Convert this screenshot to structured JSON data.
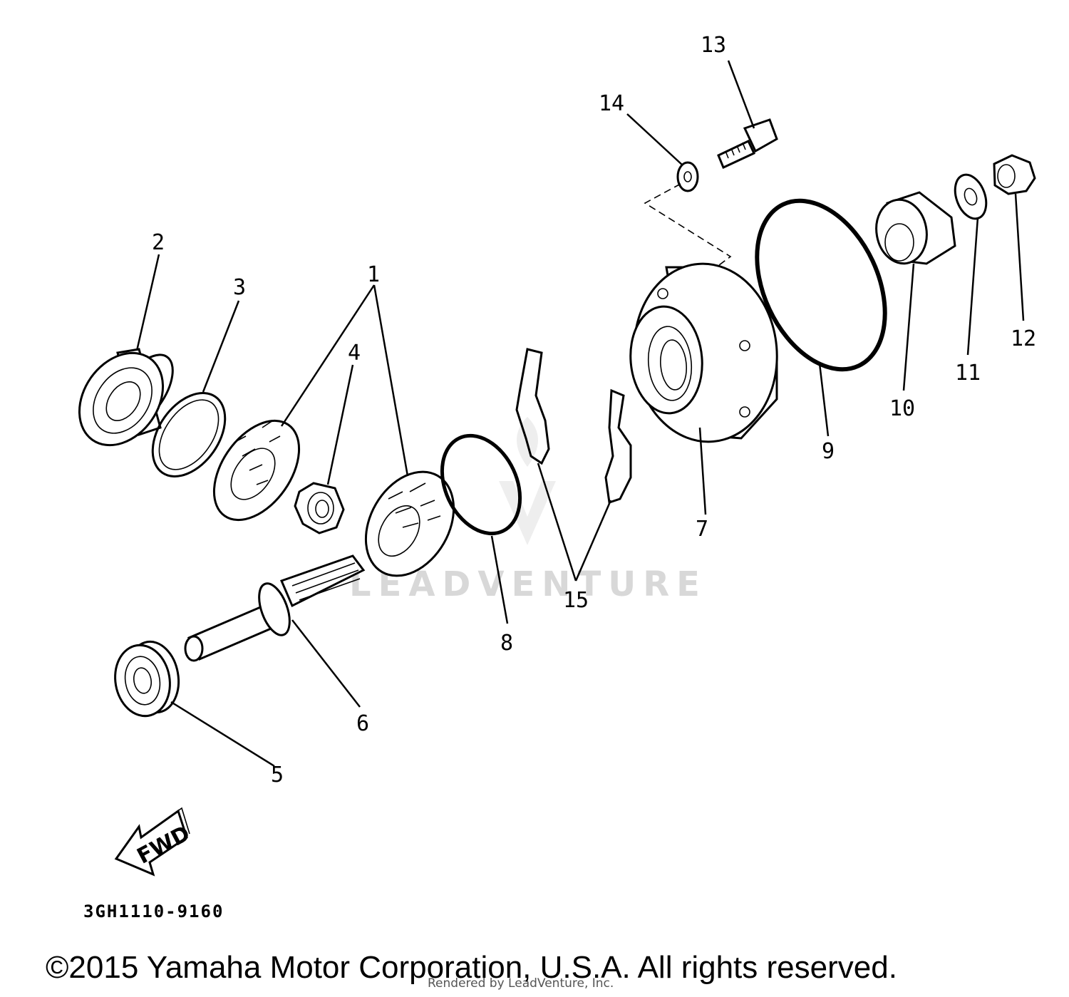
{
  "diagram": {
    "callouts": [
      {
        "id": "1",
        "label": "1"
      },
      {
        "id": "2",
        "label": "2"
      },
      {
        "id": "3",
        "label": "3"
      },
      {
        "id": "4",
        "label": "4"
      },
      {
        "id": "5",
        "label": "5"
      },
      {
        "id": "6",
        "label": "6"
      },
      {
        "id": "7",
        "label": "7"
      },
      {
        "id": "8",
        "label": "8"
      },
      {
        "id": "9",
        "label": "9"
      },
      {
        "id": "10",
        "label": "10"
      },
      {
        "id": "11",
        "label": "11"
      },
      {
        "id": "12",
        "label": "12"
      },
      {
        "id": "13",
        "label": "13"
      },
      {
        "id": "14",
        "label": "14"
      },
      {
        "id": "15",
        "label": "15"
      }
    ],
    "direction_label": "FWD",
    "part_code": "3GH1110-9160"
  },
  "watermark": {
    "brand": "LEADVENTURE",
    "rendered_by": "Rendered by LeadVenture, Inc."
  },
  "footer": {
    "copyright": "©2015 Yamaha Motor Corporation, U.S.A. All rights reserved."
  },
  "colors": {
    "line": "#000000",
    "background": "#ffffff",
    "watermark": "#d8d8d8"
  }
}
